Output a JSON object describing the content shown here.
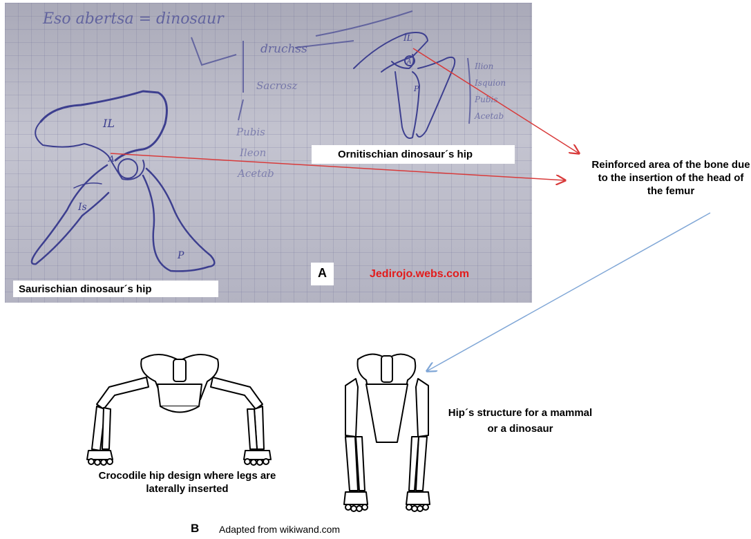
{
  "photo": {
    "handwriting": {
      "top_title": "Eso abertsa = dinosaur",
      "middle_word_1": "druchss",
      "middle_word_2": "Sacrosz",
      "middle_notes": [
        "Pubis",
        "Ileon",
        "Acetab"
      ],
      "right_notes": [
        "Ilion",
        "Isquion",
        "Pubis",
        "Acetab"
      ],
      "bone_IL": "IL",
      "bone_A": "A",
      "bone_Is": "Is",
      "bone_P": "P"
    },
    "saurischian_label": "Saurischian dinosaur´s hip",
    "ornitischian_label": "Ornitischian dinosaur´s hip",
    "panel_label": "A",
    "watermark": "Jedirojo.webs.com"
  },
  "annotation": "Reinforced area of the bone due to the insertion of the head of the femur",
  "colors": {
    "red_arrow": "#d83a3a",
    "blue_arrow": "#7fa6d6",
    "pen_ink": "#3d3f8f",
    "watermark": "#e21b1b"
  },
  "panel_b": {
    "crocodile_caption": "Crocodile hip design where legs are laterally inserted",
    "mammal_caption": "Hip´s structure for a mammal or a dinosaur",
    "label": "B",
    "source": "Adapted from wikiwand.com"
  }
}
